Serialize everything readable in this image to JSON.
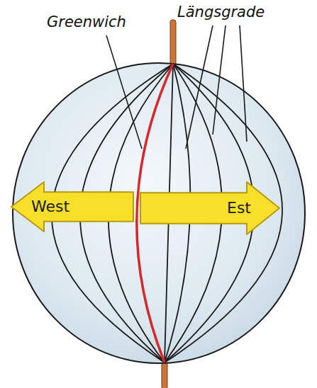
{
  "diagram": {
    "nodes": [
      {
        "text": [
          "West"
        ]
      },
      {
        "text": [
          "Est"
        ]
      }
    ],
    "labels": [
      "Greenwich",
      "Längsgrade"
    ]
  }
}
